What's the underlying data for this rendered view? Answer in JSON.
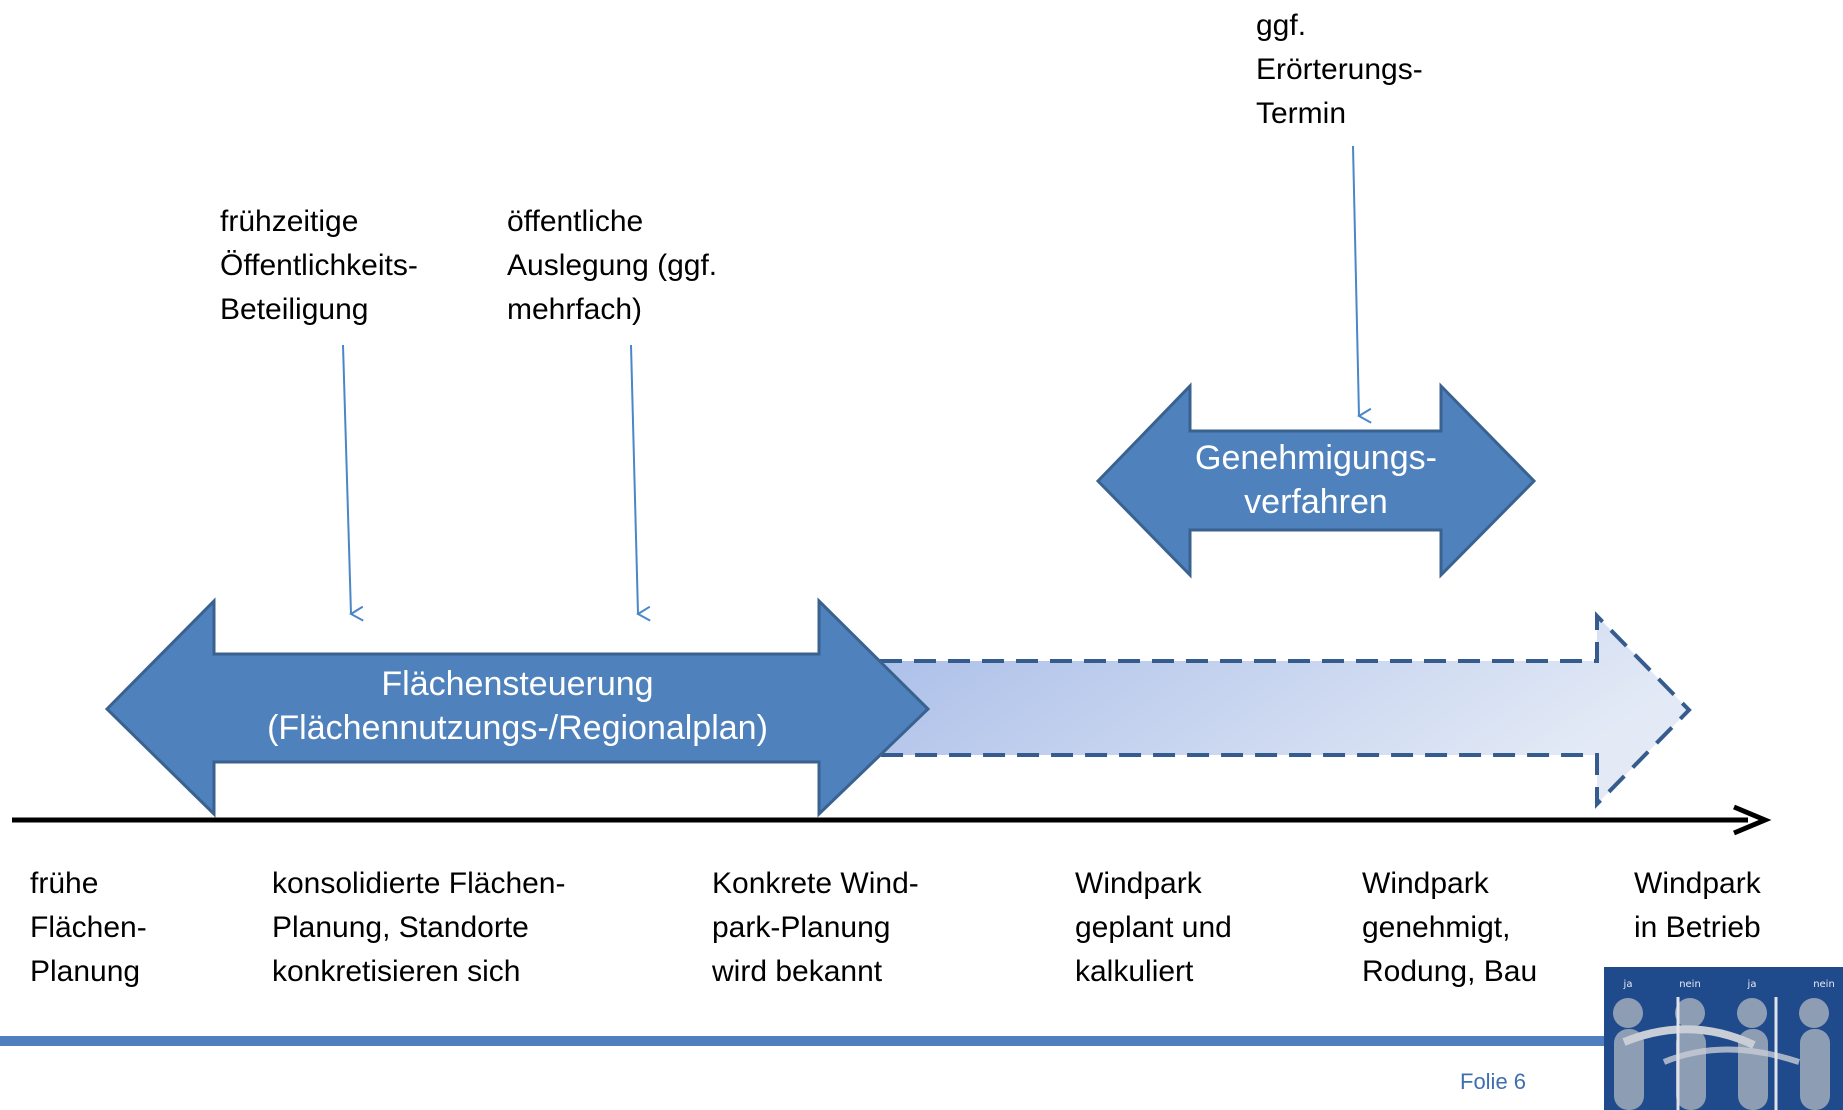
{
  "annotations": {
    "eroerterung": "ggf.\nErörterungs-\nTermin",
    "fruehzeitige": "frühzeitige\nÖffentlichkeits-\nBeteiligung",
    "auslegung": "öffentliche\nAuslegung (ggf.\nmehrfach)"
  },
  "arrows": {
    "genehmigung": "Genehmigungs-\nverfahren",
    "flaechensteuerung": "Flächensteuerung\n(Flächennutzungs-/Regionalplan)"
  },
  "stages": [
    "frühe\nFlächen-\nPlanung",
    "konsolidierte  Flächen-\nPlanung, Standorte\nkonkretisieren sich",
    "Konkrete Wind-\npark-Planung\nwird bekannt",
    "Windpark\ngeplant und\nkalkuliert",
    "Windpark\ngenehmigt,\nRodung, Bau",
    "Windpark\nin Betrieb"
  ],
  "footer": {
    "slide": "Folie 6"
  },
  "logo": {
    "labels": [
      "ja",
      "nein",
      "ja",
      "nein"
    ]
  },
  "colors": {
    "arrow_fill": "#4f81bd",
    "arrow_stroke": "#3a6291",
    "dashed_fill_start": "#a9bde8",
    "dashed_fill_end": "#e3eaf6",
    "dashed_stroke": "#355c8c",
    "connector": "#4a86c8",
    "footer_bar": "#4f7fbf",
    "logo_bg": "#1f4a8c"
  }
}
